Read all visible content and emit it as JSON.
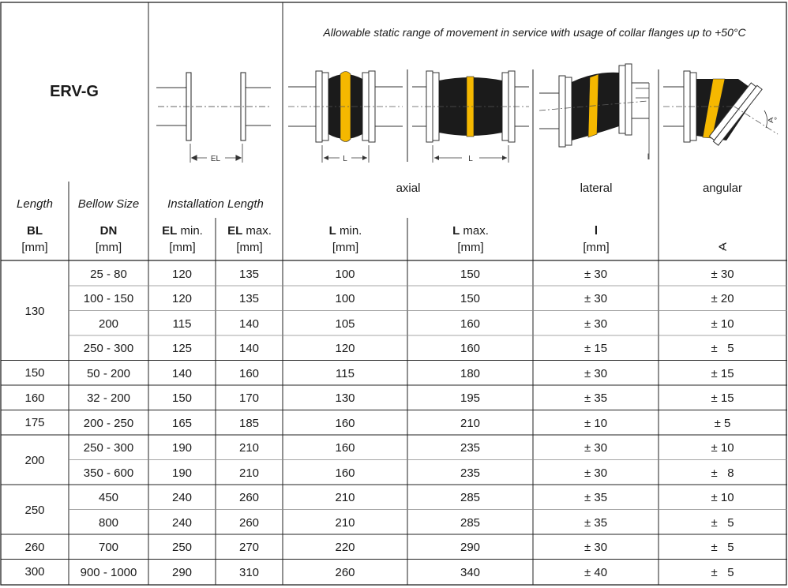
{
  "title": "ERV-G",
  "caption": "Allowable static range of movement in service with usage of collar flanges up to +50°C",
  "diagram_labels": {
    "el": "EL",
    "l_axial_min": "L",
    "l_axial_max": "L",
    "l_lateral": "l",
    "angle": "∢°"
  },
  "headers": {
    "length": "Length",
    "bellow_size": "Bellow Size",
    "installation_length": "Installation Length",
    "axial": "axial",
    "lateral": "lateral",
    "angular": "angular",
    "bl": "BL",
    "dn": "DN",
    "el_min_sym": "EL",
    "el_min_word": "min.",
    "el_max_sym": "EL",
    "el_max_word": "max.",
    "l_min_sym": "L",
    "l_min_word": "min.",
    "l_max_sym": "L",
    "l_max_word": "max.",
    "lateral_sym": "l",
    "unit_mm": "[mm]",
    "angular_sym": "∢"
  },
  "groups": [
    {
      "bl": "130",
      "rows": [
        {
          "dn": "25 - 80",
          "el_min": "120",
          "el_max": "135",
          "l_min": "100",
          "l_max": "150",
          "lateral": "± 30",
          "angular": "± 30"
        },
        {
          "dn": "100 - 150",
          "el_min": "120",
          "el_max": "135",
          "l_min": "100",
          "l_max": "150",
          "lateral": "± 30",
          "angular": "± 20"
        },
        {
          "dn": "200",
          "el_min": "115",
          "el_max": "140",
          "l_min": "105",
          "l_max": "160",
          "lateral": "± 30",
          "angular": "± 10"
        },
        {
          "dn": "250 - 300",
          "el_min": "125",
          "el_max": "140",
          "l_min": "120",
          "l_max": "160",
          "lateral": "± 15",
          "angular": "±   5"
        }
      ]
    },
    {
      "bl": "150",
      "rows": [
        {
          "dn": "50 - 200",
          "el_min": "140",
          "el_max": "160",
          "l_min": "115",
          "l_max": "180",
          "lateral": "± 30",
          "angular": "± 15"
        }
      ]
    },
    {
      "bl": "160",
      "rows": [
        {
          "dn": "32 - 200",
          "el_min": "150",
          "el_max": "170",
          "l_min": "130",
          "l_max": "195",
          "lateral": "± 35",
          "angular": "± 15"
        }
      ]
    },
    {
      "bl": "175",
      "rows": [
        {
          "dn": "200 - 250",
          "el_min": "165",
          "el_max": "185",
          "l_min": "160",
          "l_max": "210",
          "lateral": "± 10",
          "angular": "± 5"
        }
      ]
    },
    {
      "bl": "200",
      "rows": [
        {
          "dn": "250 - 300",
          "el_min": "190",
          "el_max": "210",
          "l_min": "160",
          "l_max": "235",
          "lateral": "± 30",
          "angular": "± 10"
        },
        {
          "dn": "350 - 600",
          "el_min": "190",
          "el_max": "210",
          "l_min": "160",
          "l_max": "235",
          "lateral": "± 30",
          "angular": "±   8"
        }
      ]
    },
    {
      "bl": "250",
      "rows": [
        {
          "dn": "450",
          "el_min": "240",
          "el_max": "260",
          "l_min": "210",
          "l_max": "285",
          "lateral": "± 35",
          "angular": "± 10"
        },
        {
          "dn": "800",
          "el_min": "240",
          "el_max": "260",
          "l_min": "210",
          "l_max": "285",
          "lateral": "± 35",
          "angular": "±   5"
        }
      ]
    },
    {
      "bl": "260",
      "rows": [
        {
          "dn": "700",
          "el_min": "250",
          "el_max": "270",
          "l_min": "220",
          "l_max": "290",
          "lateral": "± 30",
          "angular": "±   5"
        }
      ]
    },
    {
      "bl": "300",
      "rows": [
        {
          "dn": "900 - 1000",
          "el_min": "290",
          "el_max": "310",
          "l_min": "260",
          "l_max": "340",
          "lateral": "± 40",
          "angular": "±   5"
        }
      ]
    }
  ],
  "colors": {
    "line": "#222222",
    "rule": "#888888",
    "bellow": "#1b1b1b",
    "stripe": "#f5b800"
  }
}
